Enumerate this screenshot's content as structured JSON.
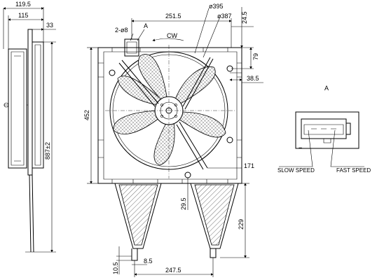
{
  "dims": {
    "d119_5": "119.5",
    "d115": "115",
    "d33": "33",
    "d251_5": "251.5",
    "d395": "ø395",
    "d387": "ø387",
    "d24_5": "24.5",
    "d2_8": "2-ø8",
    "cw": "CW",
    "d79": "79",
    "d38_5": "38.5",
    "d452": "452",
    "d171": "171",
    "d887": "887±2",
    "d29_5": "29.5",
    "d229": "229",
    "d10_5": "10.5",
    "d8_5": "8.5",
    "d247_5": "247.5"
  },
  "labels": {
    "view_a_top": "A",
    "view_a_detail": "A",
    "minus": "−",
    "slow_speed": "SLOW SPEED",
    "fast_speed": "FAST SPEED"
  }
}
